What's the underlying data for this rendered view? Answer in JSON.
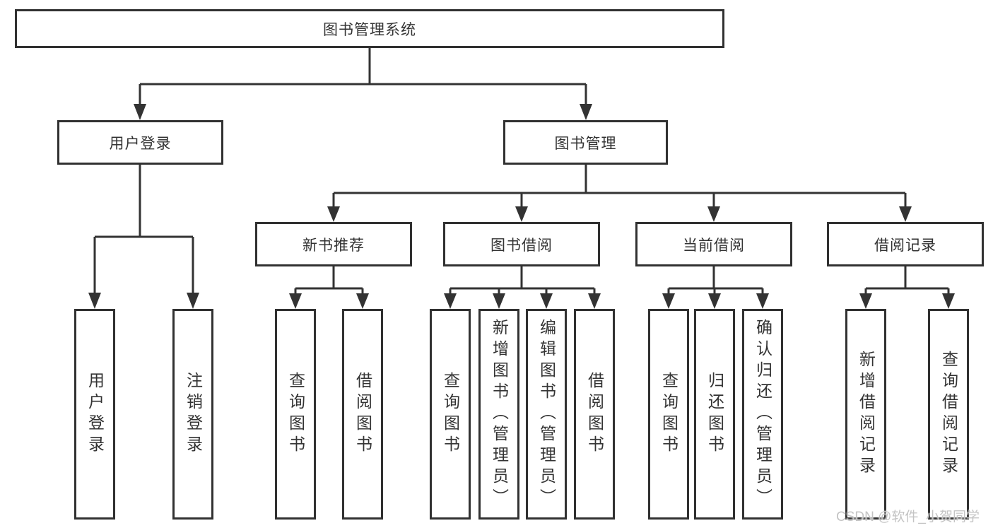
{
  "diagram": {
    "root": {
      "label": "图书管理系统",
      "children": [
        {
          "label": "用户登录",
          "children": [
            {
              "label": "用户登录"
            },
            {
              "label": "注销登录"
            }
          ]
        },
        {
          "label": "图书管理",
          "children": [
            {
              "label": "新书推荐",
              "children": [
                {
                  "label": "查询图书"
                },
                {
                  "label": "借阅图书"
                }
              ]
            },
            {
              "label": "图书借阅",
              "children": [
                {
                  "label": "查询图书"
                },
                {
                  "label": "新增图书（管理员）"
                },
                {
                  "label": "编辑图书（管理员）"
                },
                {
                  "label": "借阅图书"
                }
              ]
            },
            {
              "label": "当前借阅",
              "children": [
                {
                  "label": "查询图书"
                },
                {
                  "label": "归还图书"
                },
                {
                  "label": "确认归还（管理员）"
                }
              ]
            },
            {
              "label": "借阅记录",
              "children": [
                {
                  "label": "新增借阅记录"
                },
                {
                  "label": "查询借阅记录"
                }
              ]
            }
          ]
        }
      ]
    },
    "watermark": "CSDN @软件_小贺同学",
    "colors": {
      "line": "#333333",
      "border": "#313131",
      "text": "#333333",
      "background": "#ffffff",
      "watermark": "#c1c1c1"
    }
  }
}
